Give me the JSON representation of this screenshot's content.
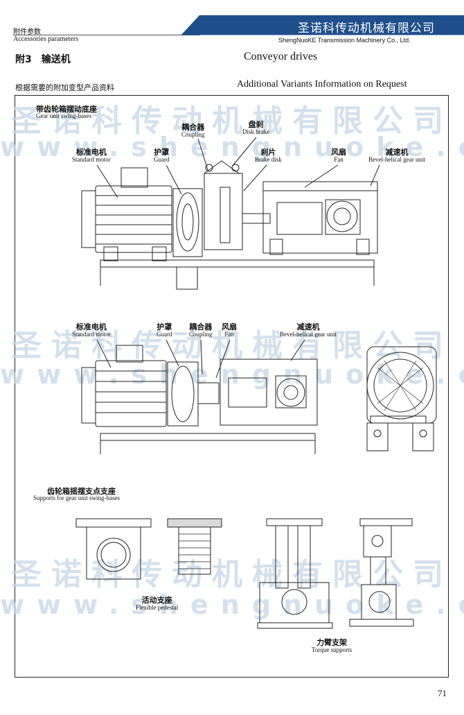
{
  "header": {
    "cn_section": "附件参数",
    "en_section": "Accessories parameters",
    "company_cn": "圣诺科传动机械有限公司",
    "company_en": "ShengNuoKE Transmission Machinery Co., Ltd.",
    "bar_color": "#1f4f8a"
  },
  "title": {
    "cn": "附3　输送机",
    "en": "Conveyor drives"
  },
  "subtitle": {
    "cn": "根据需要的附加变型产品资料",
    "en": "Additional Variants Information on Request"
  },
  "section1": {
    "heading_cn": "带齿轮箱摆动底座",
    "heading_en": "Gear unit swing-bases",
    "labels": {
      "coupling_cn": "耦合器",
      "coupling_en": "Coupling",
      "disk_brake_cn": "盘刹",
      "disk_brake_en": "Disk brake",
      "motor_cn": "标准电机",
      "motor_en": "Standard motor",
      "guard_cn": "护罩",
      "guard_en": "Guard",
      "brake_disk_cn": "刹片",
      "brake_disk_en": "Brake disk",
      "fan_cn": "风扇",
      "fan_en": "Fan",
      "gear_unit_cn": "减速机",
      "gear_unit_en": "Bevel-helical gear unit"
    }
  },
  "section2": {
    "labels": {
      "motor_cn": "标准电机",
      "motor_en": "Standard motor",
      "guard_cn": "护罩",
      "guard_en": "Guard",
      "coupling_cn": "耦合器",
      "coupling_en": "Coupling",
      "fan_cn": "风扇",
      "fan_en": "Fan",
      "gear_unit_cn": "减速机",
      "gear_unit_en": "Bevel-helical gear unit"
    }
  },
  "section3": {
    "heading_cn": "齿轮箱摇摆支点支座",
    "heading_en": "Supports for gear unit swing-bases",
    "pedestal_cn": "活动支座",
    "pedestal_en": "Flexible pedestal",
    "torque_cn": "力臂支架",
    "torque_en": "Torque supports"
  },
  "watermark": {
    "cn": "圣诺科传动机械有限公司",
    "url": "www.shengnuoke.com"
  },
  "page_number": "71"
}
